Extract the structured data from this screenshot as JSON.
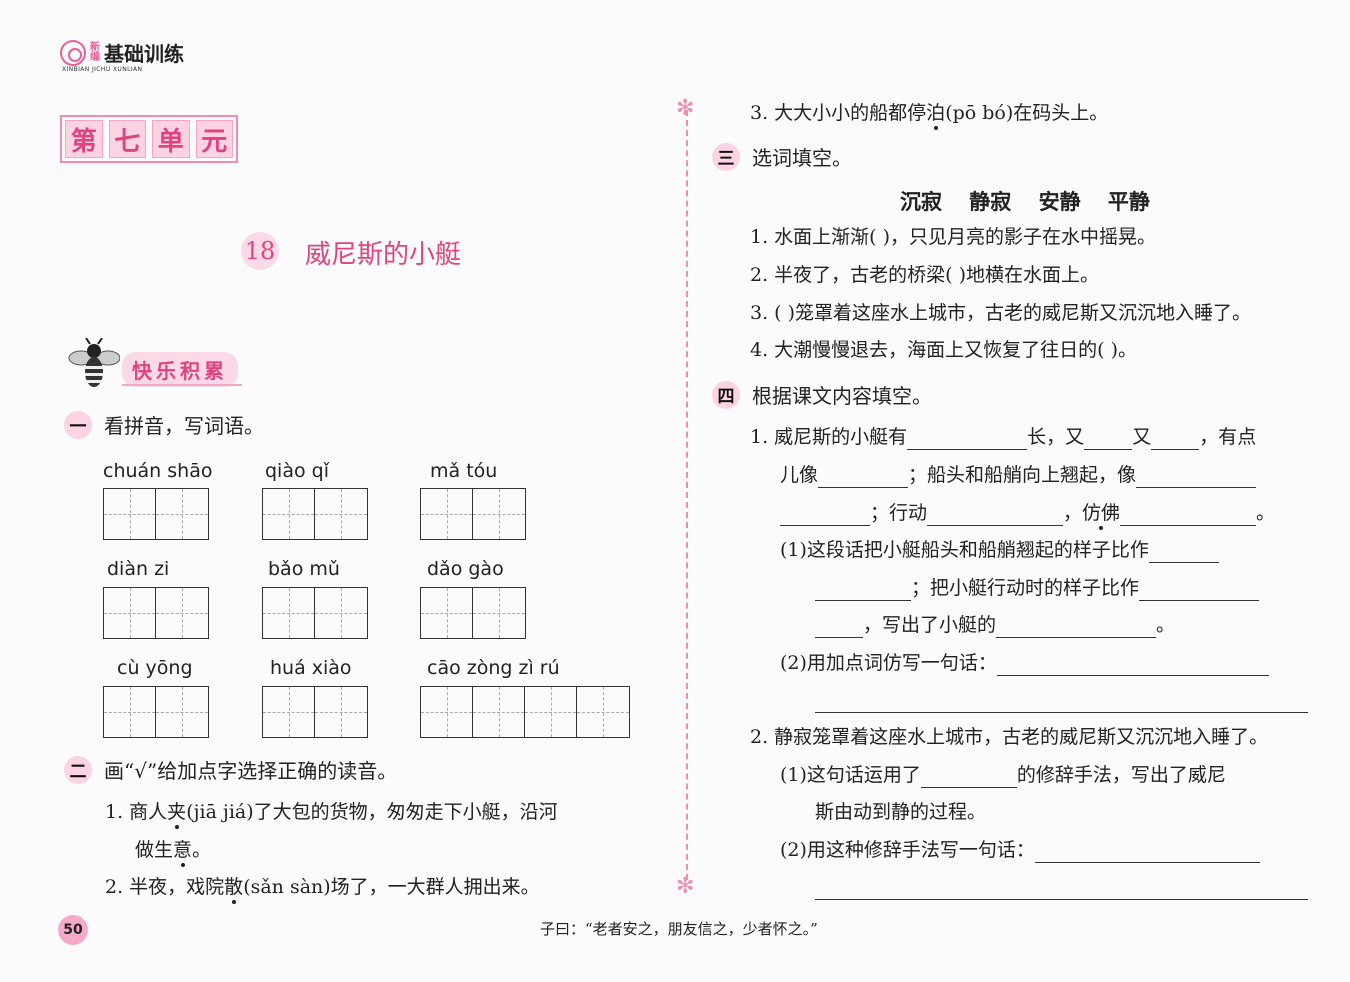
{
  "header": {
    "logo_new": "新编",
    "logo_title": "基础训练",
    "logo_sub": "XINBIAN JICHU XUNLIAN"
  },
  "unit": {
    "chars": [
      "第",
      "七",
      "单",
      "元"
    ]
  },
  "lesson": {
    "number": "18",
    "title": "威尼斯的小艇"
  },
  "section_banner": "快乐积累",
  "q1": {
    "num": "一",
    "text": "看拼音，写词语。",
    "pinyin": [
      "chuán shāo",
      "qiào  qǐ",
      "mǎ   tóu",
      "diàn   zi",
      "bǎo   mǔ",
      "dǎo  gào",
      "cù  yōng",
      "huá  xiào",
      "cāo  zòng   zì     rú"
    ]
  },
  "q2": {
    "num": "二",
    "text": "画“√”给加点字选择正确的读音。",
    "item1_a": "1. 商人",
    "item1_dot": "夹",
    "item1_b": "(jiā   jiá)了大包的货物，匆匆走下小艇，沿河",
    "item1_c1": "做生",
    "item1_dot2": "意",
    "item1_c2": "。",
    "item2_a": "2. 半夜，戏院",
    "item2_dot": "散",
    "item2_b": "(sǎn   sàn)场了，一大群人拥出来。",
    "item3_a": "3. 大大小小的船都停",
    "item3_dot": "泊",
    "item3_b": "(pō   bó)在码头上。"
  },
  "q3": {
    "num": "三",
    "text": "选词填空。",
    "choices": "沉寂 静寂 安静 平静",
    "items": [
      "1. 水面上渐渐(      )，只见月亮的影子在水中摇晃。",
      "2. 半夜了，古老的桥梁(      )地横在水面上。",
      "3. (      )笼罩着这座水上城市，古老的威尼斯又沉沉地入睡了。",
      "4. 大潮慢慢退去，海面上又恢复了往日的(      )。"
    ]
  },
  "q4": {
    "num": "四",
    "text": "根据课文内容填空。",
    "i1_a": "1. 威尼斯的小艇有",
    "i1_b": "长，又",
    "i1_c": "又",
    "i1_d": "，有点",
    "i1_e": "儿像",
    "i1_f": "；船头和船艄向上翘起，像",
    "i1_g": "；行动",
    "i1_h": "，",
    "i1_h_dot": "仿佛",
    "i1_i": "。",
    "sub1_a": "(1)这段话把小艇船头和船艄翘起的样子比作",
    "sub1_b": "；把小艇行动时的样子比作",
    "sub1_c": "，写出了小艇的",
    "sub1_d": "。",
    "sub2": "(2)用加点词仿写一句话：",
    "i2": "2. 静寂笼罩着这座水上城市，古老的威尼斯又沉沉地入睡了。",
    "i2_sub1_a": "(1)这句话运用了",
    "i2_sub1_b": "的修辞手法，写出了威尼",
    "i2_sub1_c": "斯由动到静的过程。",
    "i2_sub2": "(2)用这种修辞手法写一句话："
  },
  "footer": {
    "page": "50",
    "quote": "子曰：“老者安之，朋友信之，少者怀之。”"
  },
  "colors": {
    "accent": "#e0437f",
    "accent_light": "#fbd3e3"
  }
}
